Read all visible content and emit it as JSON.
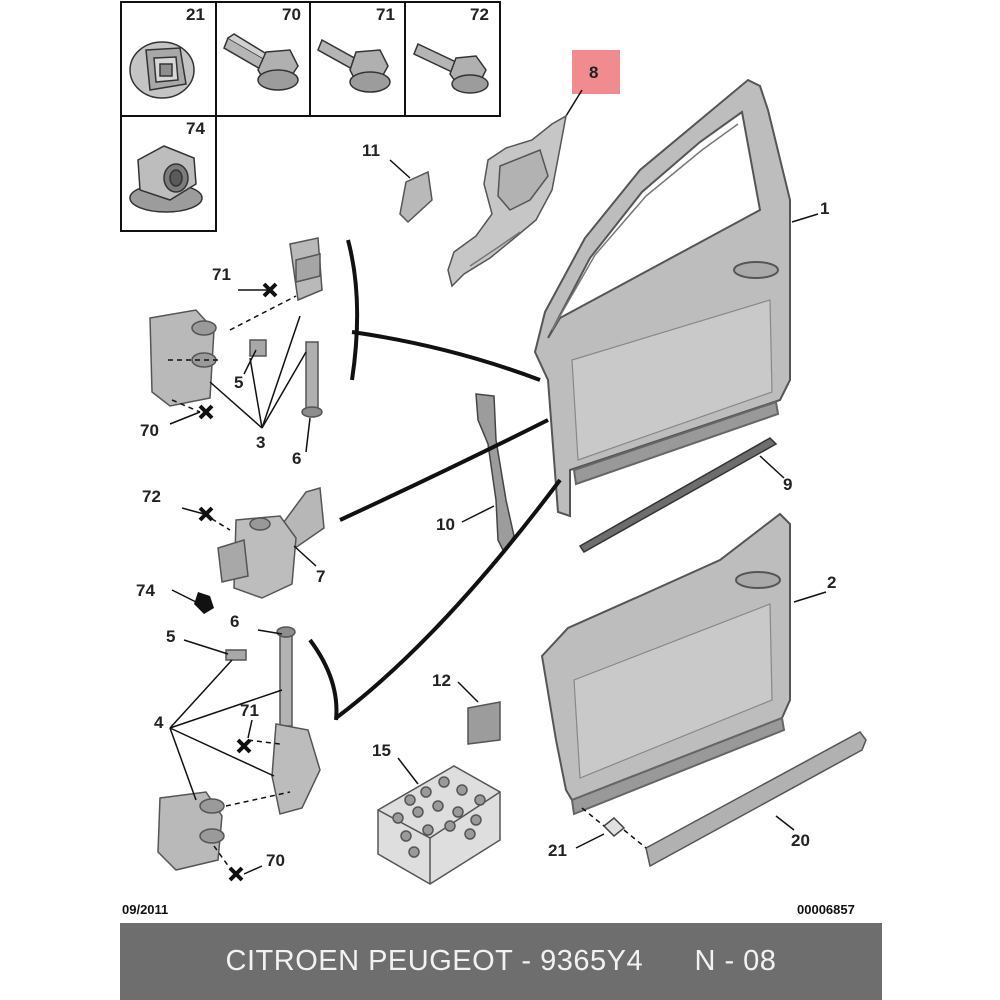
{
  "diagram": {
    "highlight_color": "#f08b8f",
    "part_color": "#b9b9b9",
    "line_color": "#111111",
    "fastener_table": [
      {
        "ref": "21",
        "icon": "clip-nut-icon"
      },
      {
        "ref": "70",
        "icon": "flange-bolt-icon"
      },
      {
        "ref": "71",
        "icon": "flange-bolt-icon"
      },
      {
        "ref": "72",
        "icon": "flange-screw-icon"
      },
      {
        "ref": "74",
        "icon": "hex-nut-icon"
      }
    ],
    "callouts": {
      "c8": "8",
      "c11": "11",
      "c1": "1",
      "c71a": "71",
      "c5a": "5",
      "c70a": "70",
      "c3": "3",
      "c6a": "6",
      "c9": "9",
      "c72": "72",
      "c10": "10",
      "c7": "7",
      "c74": "74",
      "c2": "2",
      "c6b": "6",
      "c5b": "5",
      "c12": "12",
      "c4": "4",
      "c71b": "71",
      "c15": "15",
      "c20": "20",
      "c21": "21",
      "c70b": "70"
    },
    "date": "09/2011",
    "drawing_number": "00006857"
  },
  "footer": {
    "part_text": "CITROEN PEUGEOT - 9365Y4",
    "sheet_text": "N - 08"
  }
}
